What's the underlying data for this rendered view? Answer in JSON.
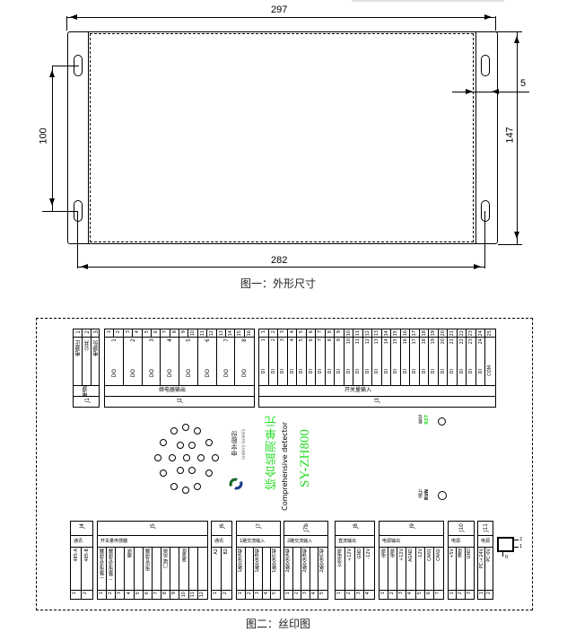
{
  "figure1": {
    "caption": "图一：外形尺寸",
    "dimensions": {
      "overall_width": "297",
      "hole_spacing_width": "282",
      "height": "147",
      "hole_spacing_height": "100",
      "hole_offset": "5"
    }
  },
  "figure2": {
    "caption": "图二：丝印图",
    "product": {
      "name_cn": "综合监测单元",
      "name_en": "Comprehensive detector",
      "model": "SY-ZH800",
      "brand_cn": "申宇股份",
      "brand_en": "SHENYU SHARES"
    },
    "indicators": {
      "run": {
        "label_cn": "运行",
        "label_en": "RUN"
      },
      "reset": {
        "label_cn": "复位",
        "label_en": "RST"
      }
    },
    "top_blocks": [
      {
        "id": "J1",
        "title": "电源",
        "pins": [
          "1",
          "2",
          "3"
        ],
        "labels": [
          "电源正",
          "公共",
          "电源负"
        ]
      },
      {
        "id": "J2",
        "title": "继电器输出",
        "pins": [
          "1",
          "2",
          "3",
          "4",
          "5",
          "6",
          "7",
          "8",
          "9",
          "10",
          "11",
          "12",
          "13",
          "14",
          "15",
          "16"
        ],
        "channels": [
          "1",
          "2",
          "3",
          "4",
          "5",
          "6",
          "7",
          "8"
        ],
        "label": "DO"
      },
      {
        "id": "J3",
        "title": "开关量输入",
        "pins": [
          "1",
          "2",
          "3",
          "4",
          "5",
          "6",
          "7",
          "8",
          "9",
          "10",
          "11",
          "12",
          "13",
          "14",
          "15",
          "16",
          "17",
          "18",
          "19",
          "20",
          "21",
          "22",
          "23",
          "24",
          "25"
        ],
        "channels": [
          "1",
          "2",
          "3",
          "4",
          "5",
          "6",
          "7",
          "8",
          "9",
          "10",
          "11",
          "12",
          "13",
          "14",
          "15",
          "16",
          "17",
          "18",
          "19",
          "20",
          "21",
          "22",
          "23",
          "24"
        ],
        "label": "DI",
        "last_label": "COM"
      }
    ],
    "bottom_blocks": [
      {
        "id": "J4",
        "title": "通讯",
        "pins": [
          "1",
          "2"
        ],
        "labels": [
          "485-A",
          "485-B"
        ]
      },
      {
        "id": "J5",
        "title": "开关量传感器",
        "pins": [
          "1",
          "2",
          "3",
          "4",
          "5",
          "6",
          "7",
          "8",
          "9",
          "10",
          "11",
          "12"
        ],
        "labels": [
          "一路电流互感器",
          "二路电流互感器",
          "",
          "烟感",
          "",
          "电压互感器",
          "",
          "门磁 风扇",
          "",
          "温湿度",
          "",
          ""
        ]
      },
      {
        "id": "J6",
        "title": "通讯",
        "pins": [
          "1",
          "2"
        ],
        "labels": [
          "A2",
          "B2"
        ]
      },
      {
        "id": "J7",
        "title": "1路交流输入",
        "pins": [
          "1",
          "2",
          "3",
          "4",
          "5"
        ],
        "labels": [
          "1路交流A相",
          "",
          "1路交流B相",
          "",
          "1路交流C相"
        ]
      },
      {
        "id": "J7b",
        "title": "2路交流输入",
        "pins": [
          "1",
          "2",
          "3",
          "4",
          "5"
        ],
        "labels": [
          "2路交流A相",
          "",
          "2路交流B相",
          "",
          "2路交流C相"
        ]
      },
      {
        "id": "J8",
        "title": "直流输出",
        "pins": [
          "1",
          "2",
          "3",
          "4"
        ],
        "labels": [
          "交流电源",
          "+12V",
          "GND",
          "-12V"
        ]
      },
      {
        "id": "J9",
        "title": "电源输出",
        "pins": [
          "1",
          "2",
          "3",
          "4",
          "5",
          "6",
          "7"
        ],
        "labels": [
          "电源",
          "电源",
          "+12V",
          "AGND",
          "-12V",
          "CAN1",
          "CAN2"
        ]
      },
      {
        "id": "J10",
        "title": "电源",
        "pins": [
          "1",
          "2",
          "3"
        ],
        "labels": [
          "+5V",
          "温度",
          "GND"
        ]
      },
      {
        "id": "J11",
        "title": "电源",
        "pins": [
          "1",
          "2"
        ],
        "labels": [
          "PC:+24V",
          "PC:0V"
        ]
      }
    ],
    "switch": {
      "pins": [
        "0",
        "1",
        "2"
      ]
    }
  }
}
